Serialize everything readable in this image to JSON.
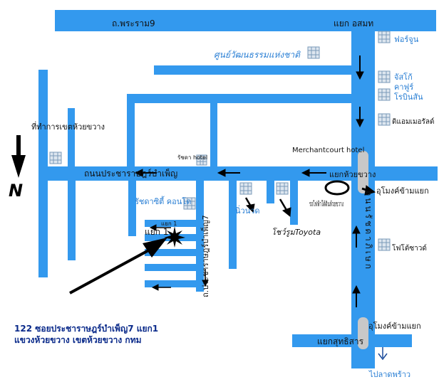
{
  "colors": {
    "road": "#3399ee",
    "label_dark": "#111111",
    "label_blue": "#2a7fd4",
    "address_text": "#0a2a8a",
    "arrow": "#000000",
    "station": "#c8c8c8"
  },
  "compass": {
    "letter": "N"
  },
  "streets": {
    "rama9": "ถ.พระราม9",
    "pracharat_bamphen": "ถนนประชาราษฎร์บำเพ็ญ",
    "pracharat_bamphen_vertical": "ถ.ประชาราษฎร์บำเพ็ญ7",
    "ratchadaphisek_vertical": "ถนนรัชดาภิเษก"
  },
  "intersections": {
    "asok": "แยก อสมท",
    "huai_khwang": "แยกห้วยขวาง",
    "sutthisan": "แยกสุทธิสาร",
    "alley1_small": "แยก 1",
    "alley1_large": "แยก 1"
  },
  "places": {
    "cultural_center": "ศูนย์วัฒนธรรมแห่งชาติ",
    "fortune": "ฟอร์จูน",
    "jusco": "จัสโก้",
    "carrefour": "คาฟูร์",
    "robinson": "โรบินสัน",
    "diamond": "ดิแอมเมอรัลด์",
    "district_office": "ที่ทำการเขตห้วยขวาง",
    "ratchada_hotel": "รัชดา hotel",
    "merchantcourt": "Merchantcourt hotel",
    "ratchada_city": "รัชดาซิตี้ คอนโด",
    "nuannuad": "นิ่วนวด",
    "showroom": "โชว์รูมToyota",
    "mrt": "รถไฟฟ้าใต้ดินห้วยขวาง",
    "tunnel_upper": "อุโมงค์ข้ามแยก",
    "tunnel_lower": "อุโมงค์ข้ามแยก",
    "photo_sound": "โฟโต้ซาวด์",
    "to_ladprao": "ไปลาดพร้าว"
  },
  "address": {
    "line1": "122 ซอยประชาราษฎร์บำเพ็ญ7 แยก1",
    "line2": "แขวงห้วยขวาง เขตห้วยขวาง กทม"
  }
}
